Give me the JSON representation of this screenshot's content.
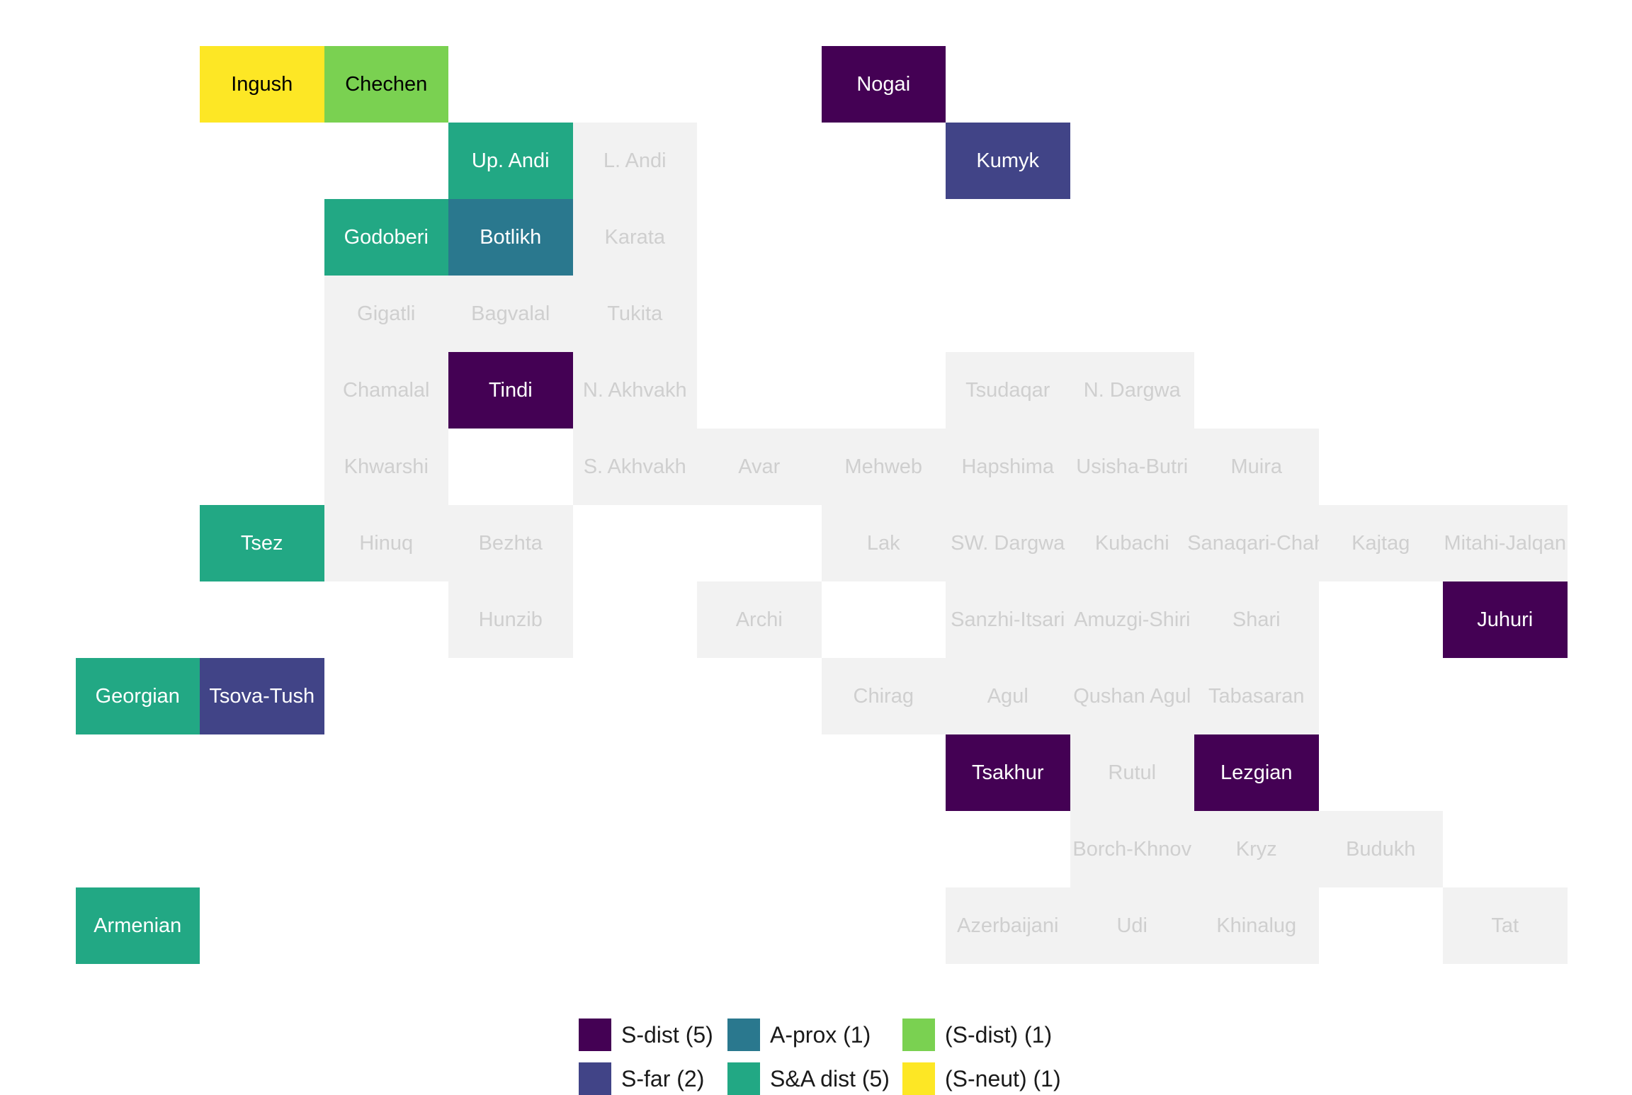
{
  "colors": {
    "S-dist": "#440154",
    "S-far": "#414487",
    "A-prox": "#2A788E",
    "S&A dist": "#22A884",
    "(S-dist)": "#7AD151",
    "(S-neut)": "#FDE725",
    "none": "#F2F2F2",
    "none_text": "#CFCFCF",
    "light_text": "#FFFFFF",
    "dark_text": "#000000"
  },
  "tiles": [
    {
      "name": "Ingush",
      "col": 2,
      "row": 1,
      "cat": "(S-neut)"
    },
    {
      "name": "Chechen",
      "col": 3,
      "row": 1,
      "cat": "(S-dist)"
    },
    {
      "name": "Nogai",
      "col": 7,
      "row": 1,
      "cat": "S-dist"
    },
    {
      "name": "Up. Andi",
      "col": 4,
      "row": 2,
      "cat": "S&A dist"
    },
    {
      "name": "L. Andi",
      "col": 5,
      "row": 2,
      "cat": "none"
    },
    {
      "name": "Kumyk",
      "col": 8,
      "row": 2,
      "cat": "S-far"
    },
    {
      "name": "Godoberi",
      "col": 3,
      "row": 3,
      "cat": "S&A dist"
    },
    {
      "name": "Botlikh",
      "col": 4,
      "row": 3,
      "cat": "A-prox"
    },
    {
      "name": "Karata",
      "col": 5,
      "row": 3,
      "cat": "none"
    },
    {
      "name": "Gigatli",
      "col": 3,
      "row": 4,
      "cat": "none"
    },
    {
      "name": "Bagvalal",
      "col": 4,
      "row": 4,
      "cat": "none"
    },
    {
      "name": "Tukita",
      "col": 5,
      "row": 4,
      "cat": "none"
    },
    {
      "name": "Chamalal",
      "col": 3,
      "row": 5,
      "cat": "none"
    },
    {
      "name": "Tindi",
      "col": 4,
      "row": 5,
      "cat": "S-dist"
    },
    {
      "name": "N. Akhvakh",
      "col": 5,
      "row": 5,
      "cat": "none"
    },
    {
      "name": "Tsudaqar",
      "col": 8,
      "row": 5,
      "cat": "none"
    },
    {
      "name": "N. Dargwa",
      "col": 9,
      "row": 5,
      "cat": "none"
    },
    {
      "name": "Khwarshi",
      "col": 3,
      "row": 6,
      "cat": "none"
    },
    {
      "name": "S. Akhvakh",
      "col": 5,
      "row": 6,
      "cat": "none"
    },
    {
      "name": "Avar",
      "col": 6,
      "row": 6,
      "cat": "none"
    },
    {
      "name": "Mehweb",
      "col": 7,
      "row": 6,
      "cat": "none"
    },
    {
      "name": "Hapshima",
      "col": 8,
      "row": 6,
      "cat": "none"
    },
    {
      "name": "Usisha-Butri",
      "col": 9,
      "row": 6,
      "cat": "none"
    },
    {
      "name": "Muira",
      "col": 10,
      "row": 6,
      "cat": "none"
    },
    {
      "name": "Tsez",
      "col": 2,
      "row": 7,
      "cat": "S&A dist"
    },
    {
      "name": "Hinuq",
      "col": 3,
      "row": 7,
      "cat": "none"
    },
    {
      "name": "Bezhta",
      "col": 4,
      "row": 7,
      "cat": "none"
    },
    {
      "name": "Lak",
      "col": 7,
      "row": 7,
      "cat": "none"
    },
    {
      "name": "SW. Dargwa",
      "col": 8,
      "row": 7,
      "cat": "none"
    },
    {
      "name": "Kubachi",
      "col": 9,
      "row": 7,
      "cat": "none"
    },
    {
      "name": "Sanaqari-Chah",
      "col": 10,
      "row": 7,
      "cat": "none"
    },
    {
      "name": "Kajtag",
      "col": 11,
      "row": 7,
      "cat": "none"
    },
    {
      "name": "Mitahi-Jalqan",
      "col": 12,
      "row": 7,
      "cat": "none"
    },
    {
      "name": "Hunzib",
      "col": 4,
      "row": 8,
      "cat": "none"
    },
    {
      "name": "Archi",
      "col": 6,
      "row": 8,
      "cat": "none"
    },
    {
      "name": "Sanzhi-Itsari",
      "col": 8,
      "row": 8,
      "cat": "none"
    },
    {
      "name": "Amuzgi-Shiri",
      "col": 9,
      "row": 8,
      "cat": "none"
    },
    {
      "name": "Shari",
      "col": 10,
      "row": 8,
      "cat": "none"
    },
    {
      "name": "Juhuri",
      "col": 12,
      "row": 8,
      "cat": "S-dist"
    },
    {
      "name": "Georgian",
      "col": 1,
      "row": 9,
      "cat": "S&A dist"
    },
    {
      "name": "Tsova-Tush",
      "col": 2,
      "row": 9,
      "cat": "S-far"
    },
    {
      "name": "Chirag",
      "col": 7,
      "row": 9,
      "cat": "none"
    },
    {
      "name": "Agul",
      "col": 8,
      "row": 9,
      "cat": "none"
    },
    {
      "name": "Qushan Agul",
      "col": 9,
      "row": 9,
      "cat": "none"
    },
    {
      "name": "Tabasaran",
      "col": 10,
      "row": 9,
      "cat": "none"
    },
    {
      "name": "Tsakhur",
      "col": 8,
      "row": 10,
      "cat": "S-dist"
    },
    {
      "name": "Rutul",
      "col": 9,
      "row": 10,
      "cat": "none"
    },
    {
      "name": "Lezgian",
      "col": 10,
      "row": 10,
      "cat": "S-dist"
    },
    {
      "name": "Borch-Khnov",
      "col": 9,
      "row": 11,
      "cat": "none"
    },
    {
      "name": "Kryz",
      "col": 10,
      "row": 11,
      "cat": "none"
    },
    {
      "name": "Budukh",
      "col": 11,
      "row": 11,
      "cat": "none"
    },
    {
      "name": "Armenian",
      "col": 1,
      "row": 12,
      "cat": "S&A dist"
    },
    {
      "name": "Azerbaijani",
      "col": 8,
      "row": 12,
      "cat": "none"
    },
    {
      "name": "Udi",
      "col": 9,
      "row": 12,
      "cat": "none"
    },
    {
      "name": "Khinalug",
      "col": 10,
      "row": 12,
      "cat": "none"
    },
    {
      "name": "Tat",
      "col": 12,
      "row": 12,
      "cat": "none"
    }
  ],
  "legend": [
    {
      "cat": "S-dist",
      "label": "S-dist (5)"
    },
    {
      "cat": "S-far",
      "label": "S-far (2)"
    },
    {
      "cat": "A-prox",
      "label": "A-prox (1)"
    },
    {
      "cat": "S&A dist",
      "label": "S&A dist (5)"
    },
    {
      "cat": "(S-dist)",
      "label": "(S-dist) (1)"
    },
    {
      "cat": "(S-neut)",
      "label": "(S-neut) (1)"
    }
  ]
}
